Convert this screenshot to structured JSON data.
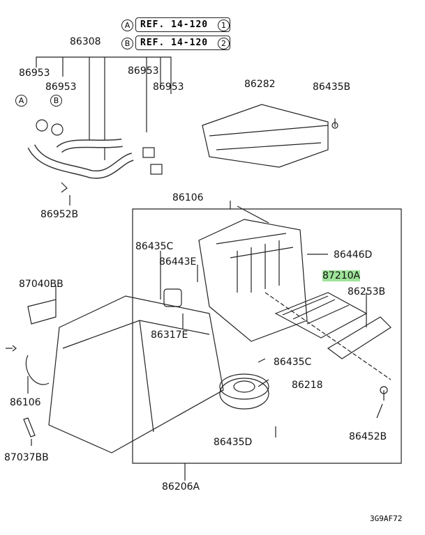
{
  "refs": [
    {
      "marker": "A",
      "text": "REF. 14-120",
      "num": "1"
    },
    {
      "marker": "B",
      "text": "REF. 14-120",
      "num": "2"
    }
  ],
  "markers": {
    "a": "A",
    "b": "B"
  },
  "parts": [
    "86308",
    "86953",
    "86953",
    "86953",
    "86953",
    "86952B",
    "86282",
    "86435B",
    "86106",
    "86435C",
    "86443E",
    "86446D",
    "87210A",
    "86253B",
    "87040BB",
    "86317E",
    "86435C",
    "86218",
    "86106",
    "86435D",
    "86452B",
    "87037BB",
    "86206A"
  ],
  "highlight_color": "#9ee39a",
  "diagram_code": "3G9AF72"
}
